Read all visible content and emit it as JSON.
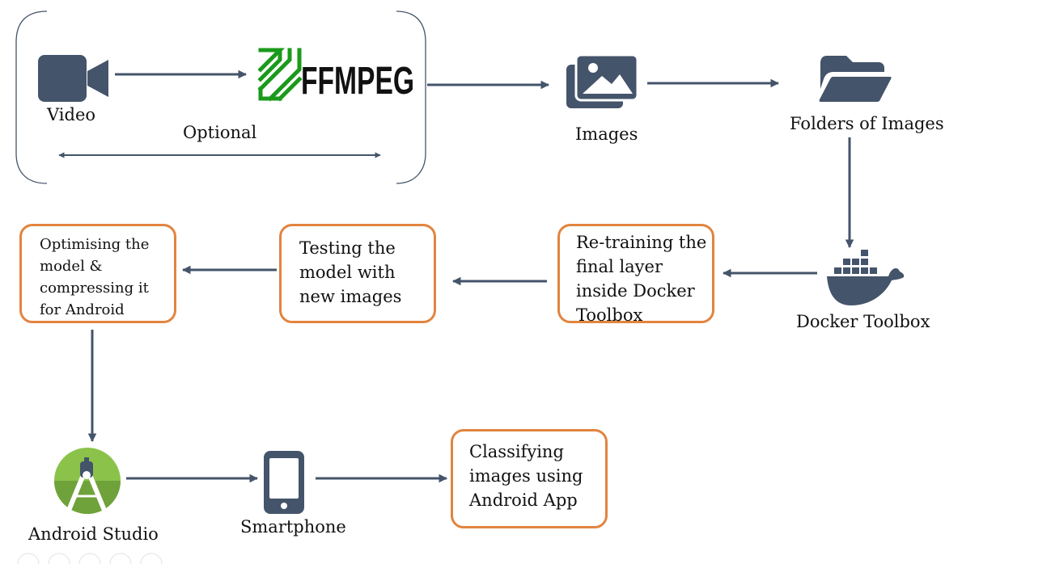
{
  "colors": {
    "icon": "#44546a",
    "arrow": "#44546a",
    "box_border": "#e2843f",
    "ffmpeg_green": "#1a9a1a",
    "android_green": "#8bc34a"
  },
  "video": {
    "label": "Video",
    "icon": "video-camera-icon"
  },
  "ffmpeg": {
    "logo_text": "FFMPEG",
    "icon": "ffmpeg-logo"
  },
  "optional": {
    "label": "Optional"
  },
  "images": {
    "label": "Images",
    "icon": "images-icon"
  },
  "folders": {
    "label": "Folders of Images",
    "icon": "folder-icon"
  },
  "docker": {
    "label": "Docker Toolbox",
    "icon": "docker-whale-icon"
  },
  "steps": {
    "retrain": "Re-training the\nfinal layer\ninside Docker\nToolbox",
    "testing": "Testing the\nmodel with\nnew images",
    "optimise": "Optimising the\nmodel &\ncompressing it\nfor Android",
    "classify": "Classifying\nimages using\nAndroid App"
  },
  "android_studio": {
    "label": "Android Studio",
    "icon": "android-studio-icon"
  },
  "smartphone": {
    "label": "Smartphone",
    "icon": "smartphone-icon"
  }
}
